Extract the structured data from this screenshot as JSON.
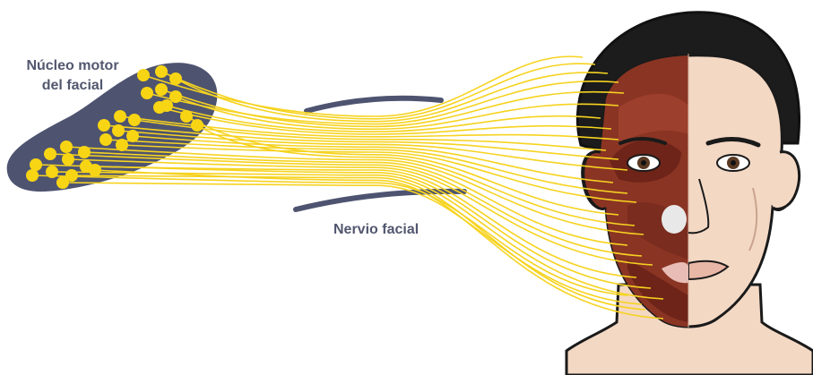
{
  "labels": {
    "nucleus_line1": "Núcleo motor",
    "nucleus_line2": "del facial",
    "nerve": "Nervio facial"
  },
  "colors": {
    "nucleus_fill": "#4e5470",
    "nerve_fiber": "#f6d320",
    "neuron_body": "#f8d514",
    "label_text": "#52576f",
    "hair": "#1c1c1c",
    "skin": "#f3d8c4",
    "muscle": "#8a3424",
    "muscle_dark": "#6e2418"
  },
  "icons": {
    "face": "face-half-muscle-illustration"
  }
}
